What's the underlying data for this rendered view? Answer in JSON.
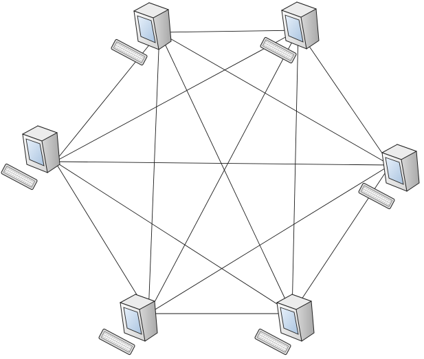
{
  "diagram": {
    "type": "full-mesh-network",
    "node_count": 6,
    "node_icon": "computer-with-keyboard-icon",
    "colors": {
      "background": "#ffffff",
      "link": "#1a1a1a",
      "case_light": "#f4f4f4",
      "case_mid": "#dcdcdc",
      "case_dark": "#b9b9b9",
      "screen": "#cfe0f2",
      "outline": "#222222"
    },
    "nodes": [
      {
        "id": "top-left"
      },
      {
        "id": "top-right"
      },
      {
        "id": "left"
      },
      {
        "id": "right"
      },
      {
        "id": "bottom-left"
      },
      {
        "id": "bottom-right"
      }
    ],
    "links": [
      [
        "top-left",
        "top-right"
      ],
      [
        "top-left",
        "left"
      ],
      [
        "top-left",
        "right"
      ],
      [
        "top-left",
        "bottom-left"
      ],
      [
        "top-left",
        "bottom-right"
      ],
      [
        "top-right",
        "left"
      ],
      [
        "top-right",
        "right"
      ],
      [
        "top-right",
        "bottom-left"
      ],
      [
        "top-right",
        "bottom-right"
      ],
      [
        "left",
        "right"
      ],
      [
        "left",
        "bottom-left"
      ],
      [
        "left",
        "bottom-right"
      ],
      [
        "right",
        "bottom-left"
      ],
      [
        "right",
        "bottom-right"
      ],
      [
        "bottom-left",
        "bottom-right"
      ]
    ]
  }
}
